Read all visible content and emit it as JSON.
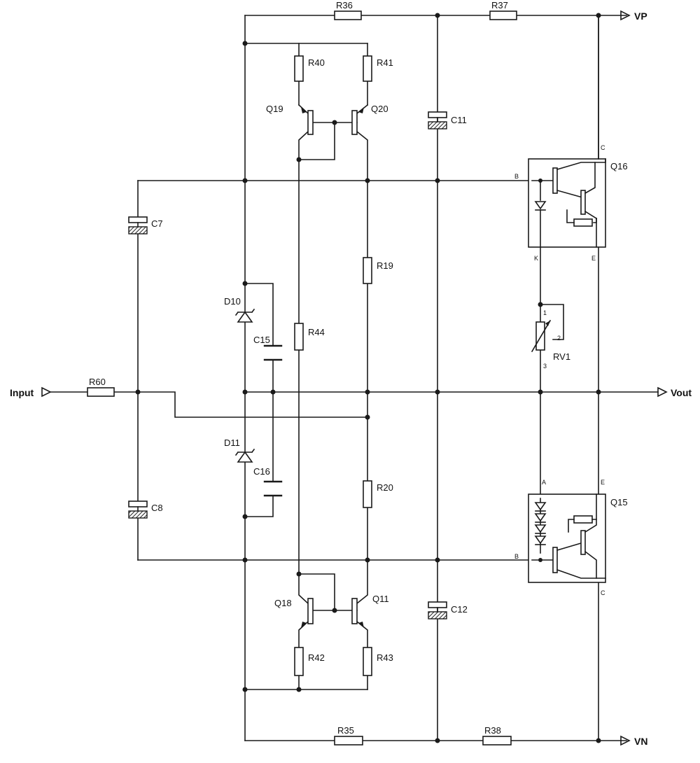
{
  "nets": {
    "input": "Input",
    "vout": "Vout",
    "vp": "VP",
    "vn": "VN"
  },
  "resistors": {
    "r36": "R36",
    "r37": "R37",
    "r40": "R40",
    "r41": "R41",
    "r19": "R19",
    "r44": "R44",
    "r60": "R60",
    "r20": "R20",
    "r42": "R42",
    "r43": "R43",
    "r35": "R35",
    "r38": "R38"
  },
  "capacitors": {
    "c7": "C7",
    "c8": "C8",
    "c11": "C11",
    "c12": "C12",
    "c15": "C15",
    "c16": "C16"
  },
  "diodes": {
    "d10": "D10",
    "d11": "D11"
  },
  "transistors": {
    "q19": "Q19",
    "q20": "Q20",
    "q18": "Q18",
    "q11": "Q11",
    "q16": "Q16",
    "q15": "Q15"
  },
  "trimmer": {
    "rv1": "RV1",
    "pin1": "1",
    "pin2": "2",
    "pin3": "3"
  },
  "pins": {
    "q16_c": "C",
    "q16_b": "B",
    "q16_k": "K",
    "q16_e": "E",
    "q15_a": "A",
    "q15_e": "E",
    "q15_b": "B",
    "q15_c": "C"
  }
}
